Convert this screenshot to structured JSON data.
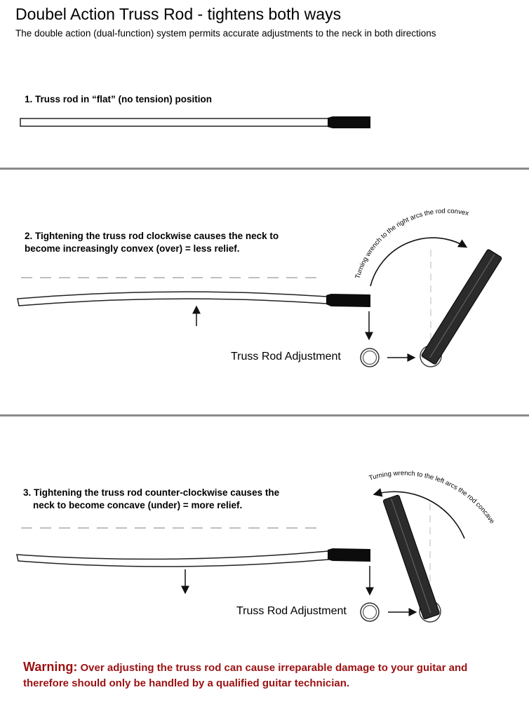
{
  "title": "Doubel Action Truss Rod - tightens both ways",
  "subtitle": "The double action (dual-function) system permits accurate adjustments to the neck in both directions",
  "steps": [
    {
      "line1": "1. Truss rod in “flat” (no tension) position"
    },
    {
      "line1": "2. Tightening the truss rod clockwise causes the neck to",
      "line2": "become increasingly  convex (over) = less relief."
    },
    {
      "line1": "3. Tightening the truss rod counter-clockwise causes the",
      "line2": "neck to become concave (under) = more relief."
    }
  ],
  "arc_labels": {
    "right": "Turning wrench to the right arcs the rod convex",
    "left": "Turning wrench to the left arcs the rod concave"
  },
  "adjustment_label": "Truss Rod Adjustment",
  "warning": {
    "lead": "Warning:",
    "body": " Over adjusting the truss rod can cause irreparable damage to your guitar and therefore should only be handled by a qualified guitar technician."
  },
  "colors": {
    "warning": "#9b1111",
    "divider": "#8a8a8a"
  }
}
